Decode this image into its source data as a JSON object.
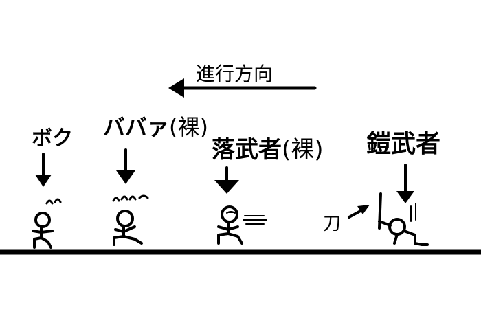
{
  "direction": {
    "label": "進行方向"
  },
  "characters": [
    {
      "id": "boku",
      "name": "ボク",
      "suffix": ""
    },
    {
      "id": "babaa",
      "name": "ババァ",
      "suffix": "(裸)"
    },
    {
      "id": "ochimusha",
      "name": "落武者",
      "suffix": "(裸)"
    },
    {
      "id": "yoroi",
      "name": "鎧武者",
      "suffix": ""
    }
  ],
  "katana_label": "刀"
}
